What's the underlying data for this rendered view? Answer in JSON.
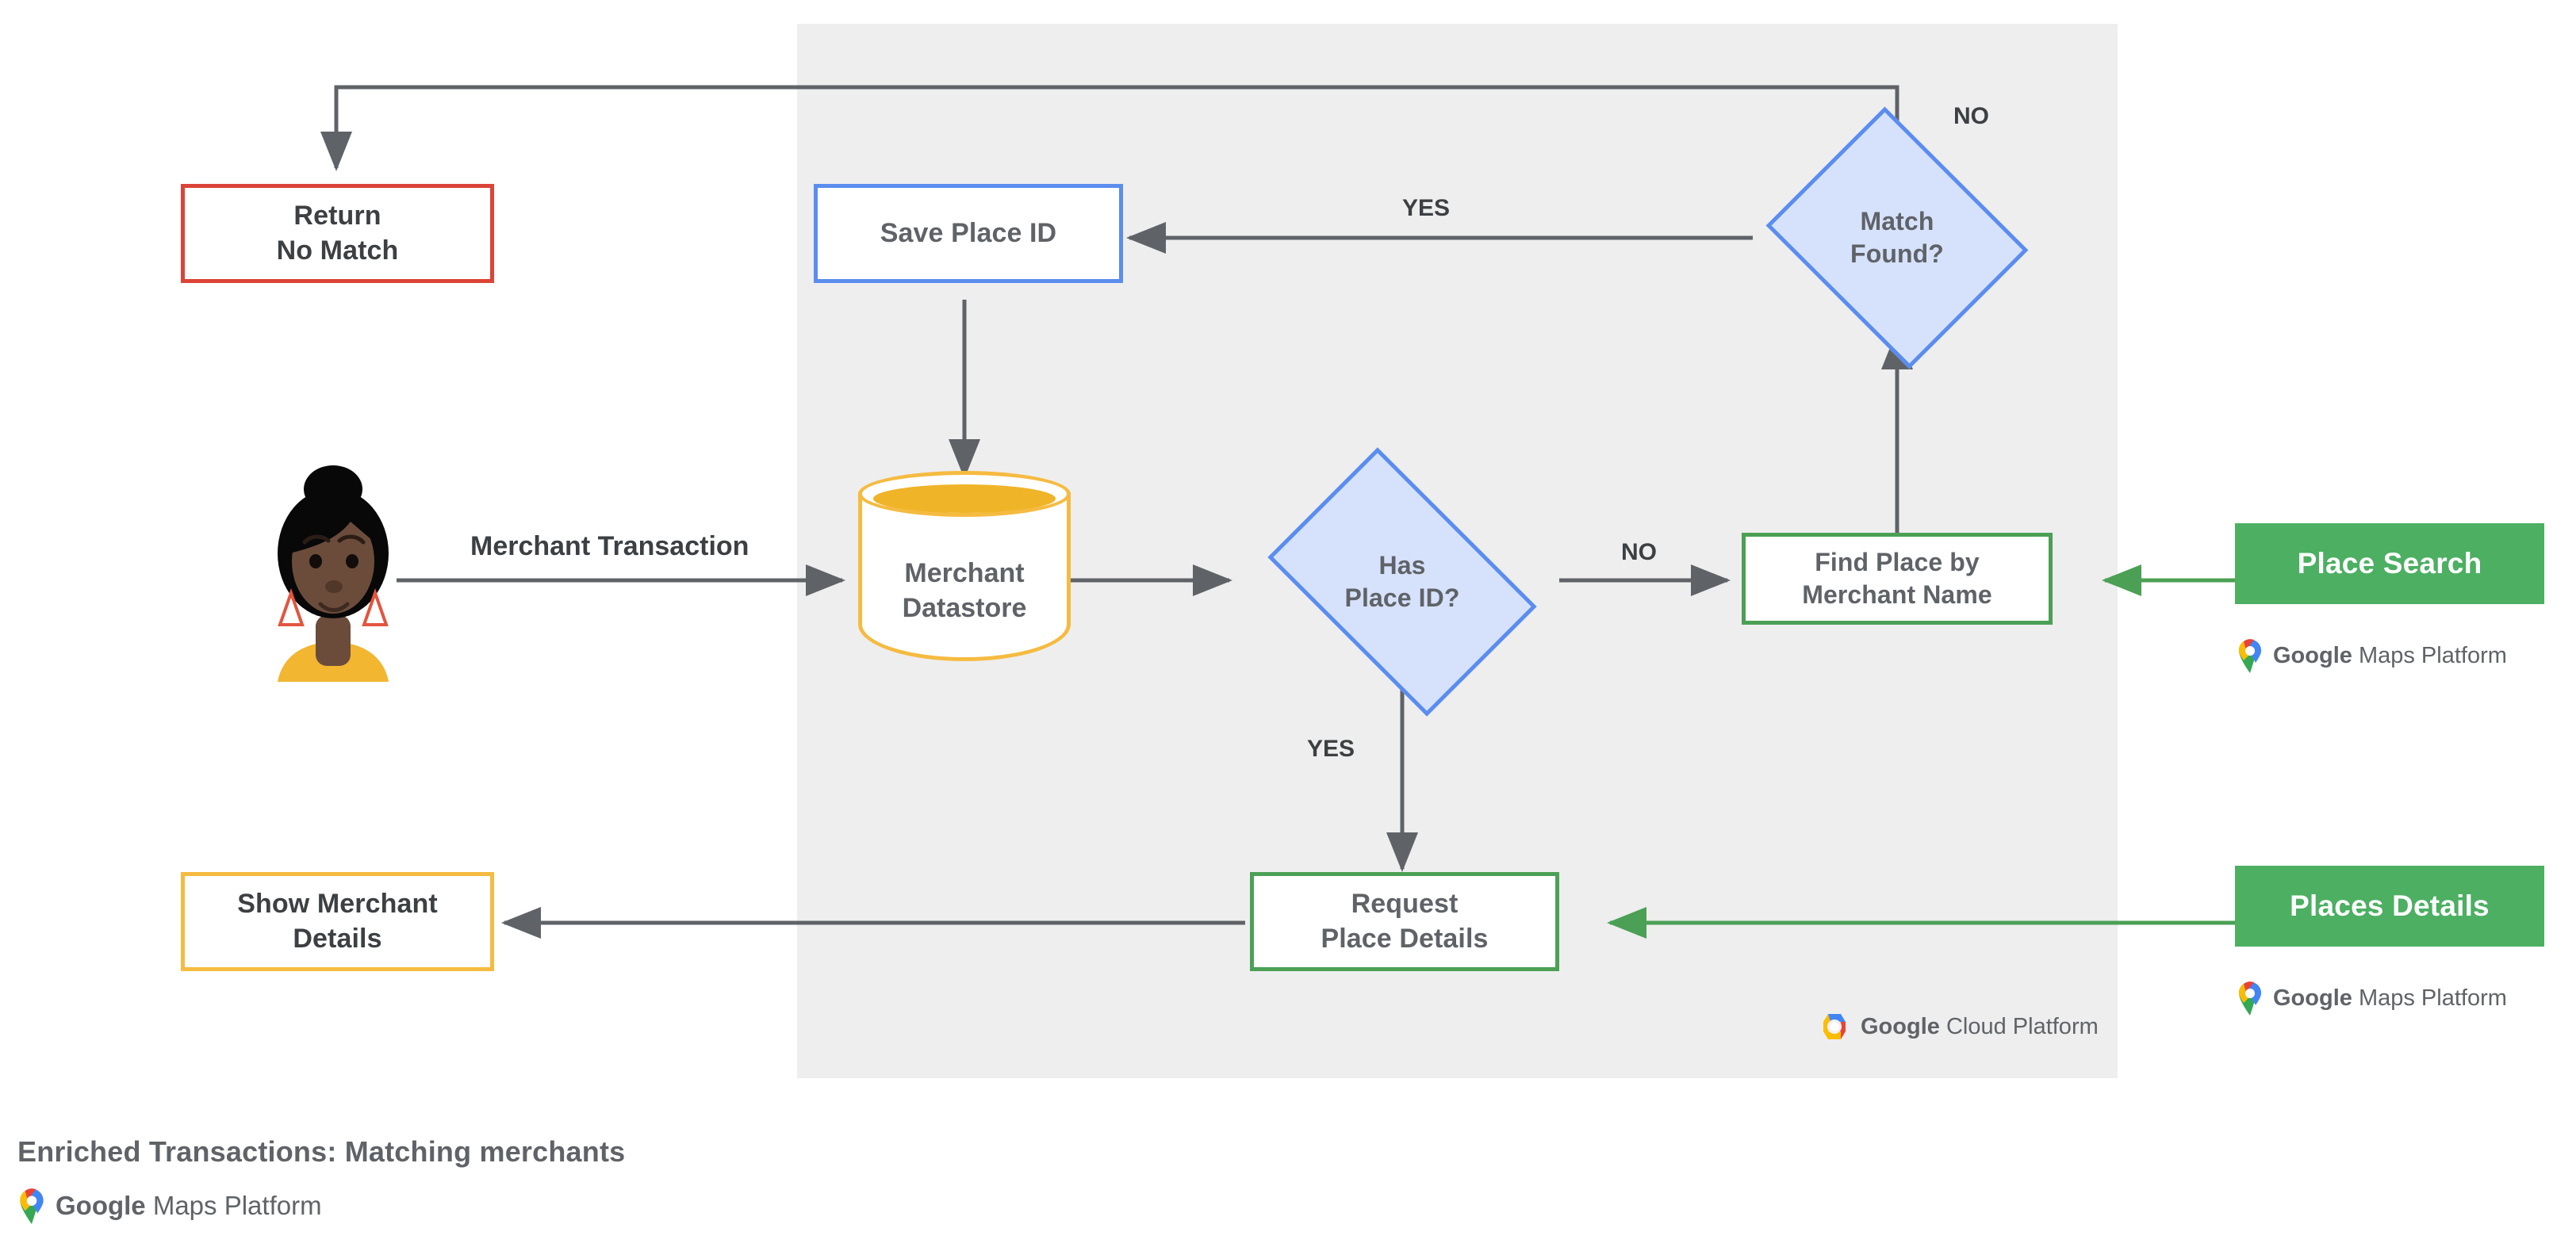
{
  "diagram": {
    "title": "Enriched Transactions: Matching merchants",
    "panel_label": "google-cloud-platform-region"
  },
  "nodes": {
    "return_no_match": {
      "label": "Return\nNo Match",
      "color": "#db4437",
      "shape": "rect"
    },
    "save_place_id": {
      "label": "Save Place ID",
      "color": "#5b8def",
      "shape": "rect"
    },
    "match_found": {
      "label": "Match\nFound?",
      "color": "#5b8def",
      "shape": "diamond"
    },
    "merchant_datastore": {
      "label": "Merchant\nDatastore",
      "color": "#f5bb41",
      "shape": "cylinder"
    },
    "has_place_id": {
      "label": "Has\nPlace ID?",
      "color": "#5b8def",
      "shape": "diamond"
    },
    "find_place": {
      "label": "Find Place by\nMerchant Name",
      "color": "#4ba055",
      "shape": "rect"
    },
    "request_place_details": {
      "label": "Request\nPlace Details",
      "color": "#4ba055",
      "shape": "rect"
    },
    "show_merchant_details": {
      "label": "Show Merchant\nDetails",
      "color": "#f5bb41",
      "shape": "rect"
    },
    "user_actor": {
      "label": "merchant-user-avatar",
      "shape": "avatar"
    }
  },
  "chips": {
    "place_search": {
      "label": "Place Search",
      "color": "#4caf62"
    },
    "places_details": {
      "label": "Places Details",
      "color": "#4caf62"
    }
  },
  "edge_labels": {
    "merchant_transaction": "Merchant Transaction",
    "match_found_no": "NO",
    "match_found_yes": "YES",
    "has_place_id_no": "NO",
    "has_place_id_yes": "YES"
  },
  "logos": {
    "maps_platform": {
      "brand": "Google",
      "product": "Maps Platform",
      "icon": "google-maps-pin-icon"
    },
    "cloud_platform": {
      "brand": "Google",
      "product": "Cloud Platform",
      "icon": "google-cloud-hexagon-icon"
    }
  },
  "colors": {
    "panel_bg": "#eeeeee",
    "connector": "#5f6368",
    "green_connector": "#4ba055",
    "red": "#db4437",
    "blue": "#5b8def",
    "blue_fill": "#d6e2fb",
    "green": "#4ba055",
    "chip_green": "#4caf62",
    "yellow": "#f5bb41",
    "text": "#5f6368"
  }
}
